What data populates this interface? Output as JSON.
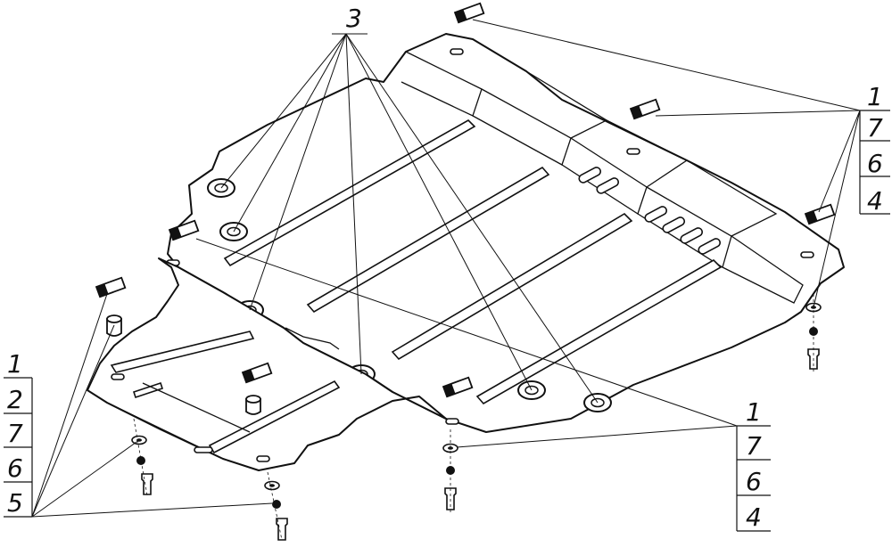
{
  "diagram": {
    "callout_top": "3",
    "callout_right_upper": [
      "1",
      "7",
      "6",
      "4"
    ],
    "callout_right_lower": [
      "1",
      "7",
      "6",
      "4"
    ],
    "callout_left": [
      "1",
      "2",
      "7",
      "6",
      "5"
    ]
  }
}
